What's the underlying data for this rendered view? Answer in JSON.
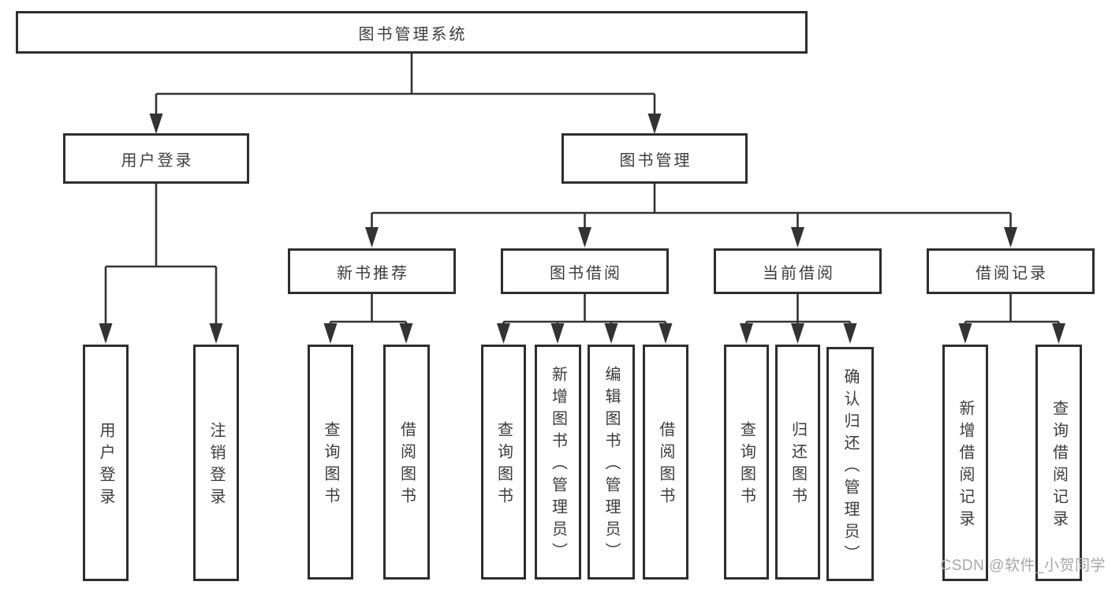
{
  "diagram_type": "hierarchy",
  "title": "图书管理系统",
  "watermark": "CSDN @软件_小贺同学",
  "colors": {
    "background": "#ffffff",
    "box_border": "#2e2e2e",
    "connector_line": "#333333",
    "text": "#3c3c3c",
    "watermark_text": "#a6a6a6"
  },
  "tree": {
    "label": "图书管理系统",
    "children": [
      {
        "label": "用户登录",
        "children": [
          {
            "label": "用户登录"
          },
          {
            "label": "注销登录"
          }
        ]
      },
      {
        "label": "图书管理",
        "children": [
          {
            "label": "新书推荐",
            "children": [
              {
                "label": "查询图书"
              },
              {
                "label": "借阅图书"
              }
            ]
          },
          {
            "label": "图书借阅",
            "children": [
              {
                "label": "查询图书"
              },
              {
                "label": "新增图书（管理员）"
              },
              {
                "label": "编辑图书（管理员）"
              },
              {
                "label": "借阅图书"
              }
            ]
          },
          {
            "label": "当前借阅",
            "children": [
              {
                "label": "查询图书"
              },
              {
                "label": "归还图书"
              },
              {
                "label": "确认归还（管理员）"
              }
            ]
          },
          {
            "label": "借阅记录",
            "children": [
              {
                "label": "新增借阅记录"
              },
              {
                "label": "查询借阅记录"
              }
            ]
          }
        ]
      }
    ]
  }
}
